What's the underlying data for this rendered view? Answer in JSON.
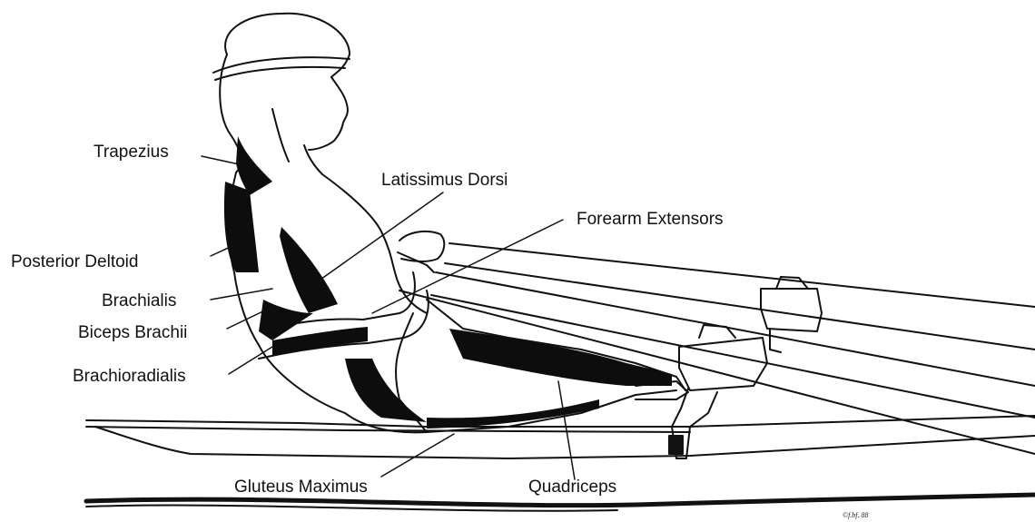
{
  "labels": {
    "trapezius": "Trapezius",
    "posterior_deltoid": "Posterior Deltoid",
    "brachialis": "Brachialis",
    "biceps_brachii": "Biceps Brachii",
    "brachioradialis": "Brachioradialis",
    "latissimus_dorsi": "Latissimus Dorsi",
    "forearm_extensors": "Forearm Extensors",
    "gluteus_maximus": "Gluteus Maximus",
    "quadriceps": "Quadriceps"
  },
  "signature": "©f.bf. 88",
  "colors": {
    "ink": "#111111",
    "muscle": "#0d0d0d",
    "paper": "#ffffff"
  }
}
